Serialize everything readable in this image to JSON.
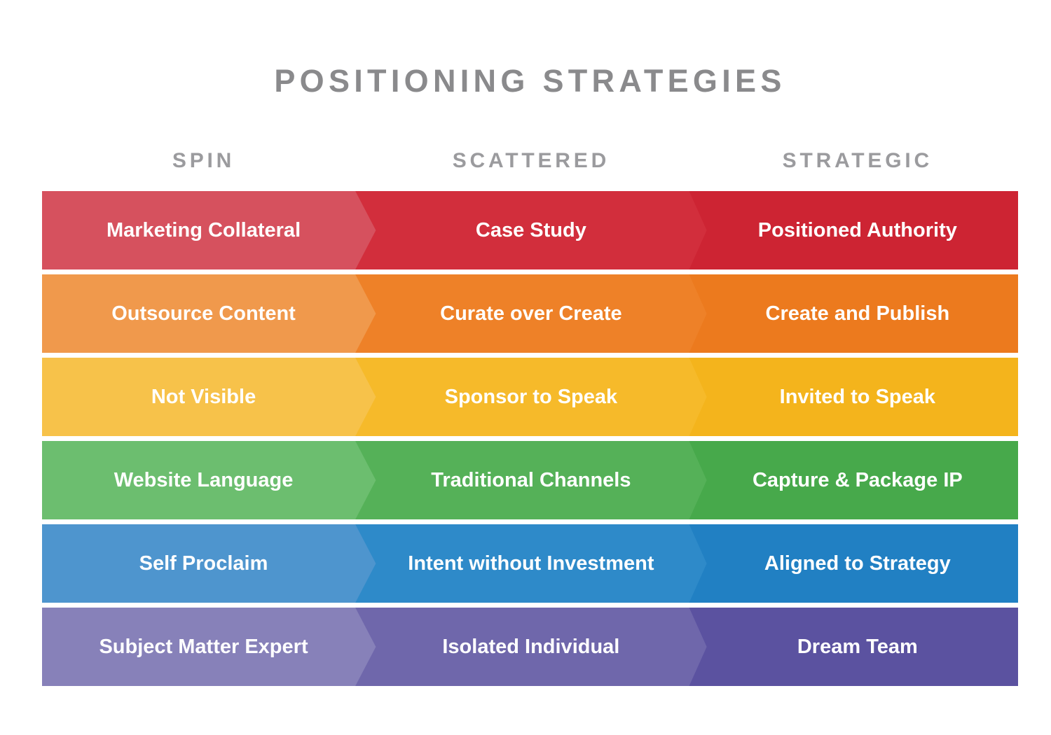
{
  "title": "POSITIONING STRATEGIES",
  "columns": [
    "SPIN",
    "SCATTERED",
    "STRATEGIC"
  ],
  "rows": [
    {
      "name": "red",
      "colors": {
        "light": "#d6515e",
        "medium": "#d22e3c",
        "dark": "#cd2433"
      },
      "cells": [
        "Marketing Collateral",
        "Case Study",
        "Positioned Authority"
      ]
    },
    {
      "name": "orange",
      "colors": {
        "light": "#f0994c",
        "medium": "#ee8128",
        "dark": "#ec7a1e"
      },
      "cells": [
        "Outsource Content",
        "Curate over Create",
        "Create and Publish"
      ]
    },
    {
      "name": "yellow",
      "colors": {
        "light": "#f7c24a",
        "medium": "#f6ba2a",
        "dark": "#f4b41c"
      },
      "cells": [
        "Not Visible",
        "Sponsor to Speak",
        "Invited to Speak"
      ]
    },
    {
      "name": "green",
      "colors": {
        "light": "#6cbe6f",
        "medium": "#55b158",
        "dark": "#47a94b"
      },
      "cells": [
        "Website Language",
        "Traditional Channels",
        "Capture & Package IP"
      ]
    },
    {
      "name": "blue",
      "colors": {
        "light": "#4e95ce",
        "medium": "#2e8ac9",
        "dark": "#2180c3"
      },
      "cells": [
        "Self Proclaim",
        "Intent without Investment",
        "Aligned to Strategy"
      ]
    },
    {
      "name": "purple",
      "colors": {
        "light": "#8781b9",
        "medium": "#6f67ab",
        "dark": "#5b52a0"
      },
      "cells": [
        "Subject Matter Expert",
        "Isolated Individual",
        "Dream Team"
      ]
    }
  ],
  "palette": {
    "title_color": "#8a8a8c",
    "header_color": "#9b9b9e",
    "cell_text_color": "#ffffff",
    "background": "#ffffff"
  }
}
